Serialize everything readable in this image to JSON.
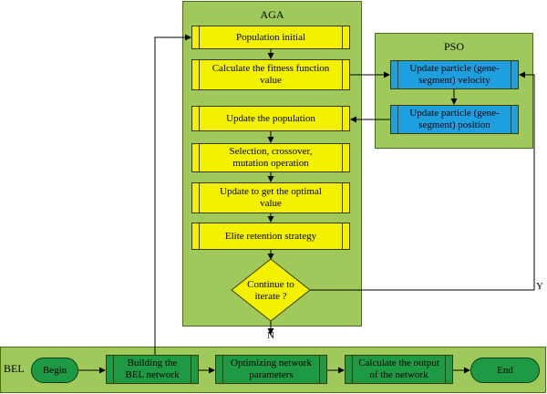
{
  "aga": {
    "title": "AGA",
    "steps": {
      "population_initial": "Population initial",
      "calc_fitness_1": "Calculate the fitness function",
      "calc_fitness_2": "value",
      "update_population": "Update the population",
      "selection_1": "Selection, crossover,",
      "selection_2": "mutation operation",
      "optimal_1": "Update to get the optimal",
      "optimal_2": "value",
      "elite": "Elite retention strategy"
    },
    "decision": {
      "line1": "Continue to",
      "line2": "iterate ?",
      "yes_label": "Y",
      "no_label": "N"
    }
  },
  "pso": {
    "title": "PSO",
    "velocity_1": "Update particle (gene-",
    "velocity_2": "segment) velocity",
    "position_1": "Update particle (gene-",
    "position_2": "segment) position"
  },
  "bel": {
    "title": "BEL",
    "begin": "Begin",
    "build_1": "Building the",
    "build_2": "BEL network",
    "optimize_1": "Optimizing network",
    "optimize_2": "parameters",
    "output_1": "Calculate the output",
    "output_2": "of the network",
    "end": "End"
  },
  "colors": {
    "panel": "#9fc95a",
    "process_aga": "#f3f000",
    "process_pso": "#1ea0e0",
    "process_bel": "#1e9a45"
  }
}
